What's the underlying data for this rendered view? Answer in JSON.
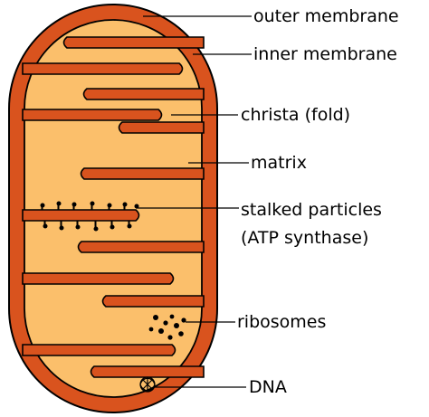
{
  "labels": {
    "outer_membrane": "outer membrane",
    "inner_membrane": "inner membrane",
    "christa": "christa (fold)",
    "matrix": "matrix",
    "stalked_particles_line1": "stalked particles",
    "stalked_particles_line2": "(ATP synthase)",
    "ribosomes": "ribosomes",
    "dna": "DNA"
  },
  "colors": {
    "membrane": "#D9531E",
    "matrix": "#FBBF6B",
    "outline": "#000000",
    "background": "#FFFFFF"
  }
}
